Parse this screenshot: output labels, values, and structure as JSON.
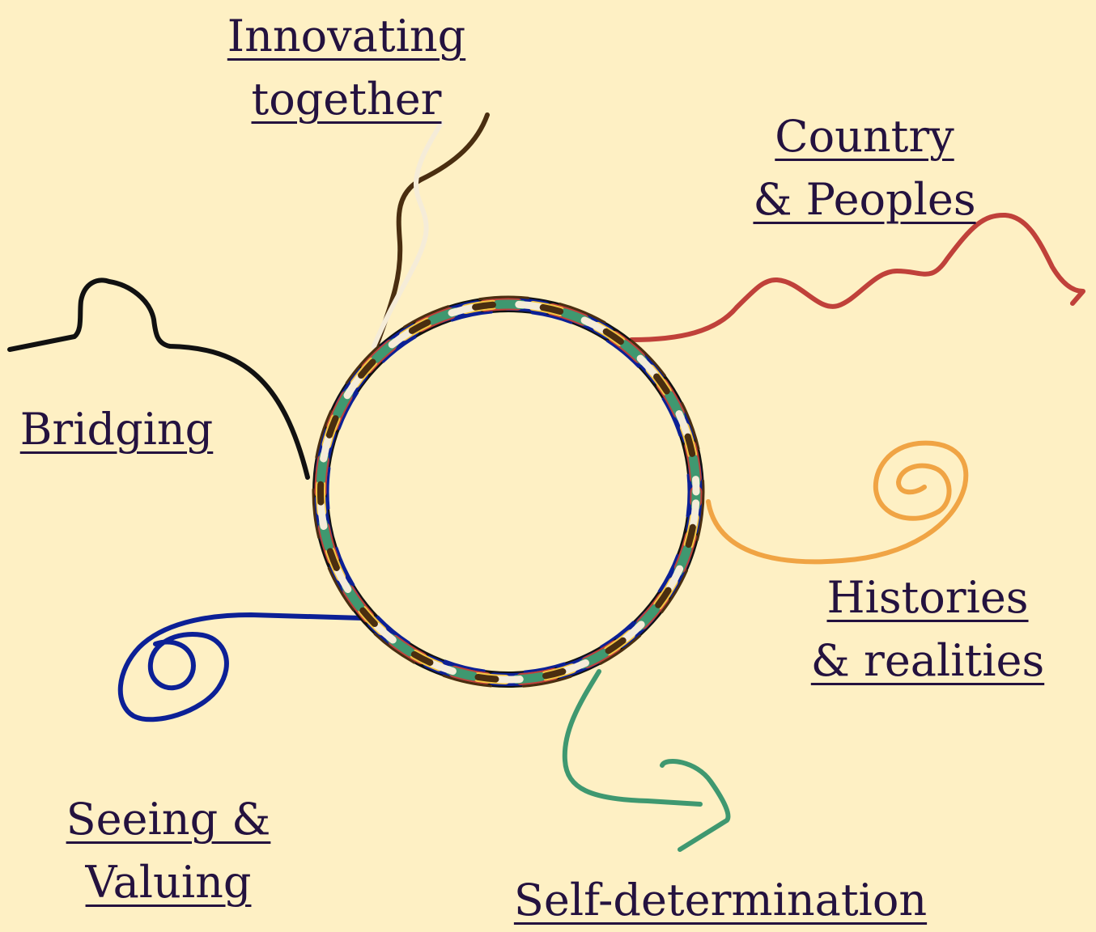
{
  "labels": {
    "innovating": [
      "Innovating",
      "together"
    ],
    "country": [
      "Country",
      "& Peoples"
    ],
    "bridging": [
      "Bridging"
    ],
    "histories": [
      "Histories",
      "& realities"
    ],
    "seeing": [
      "Seeing &",
      "Valuing"
    ],
    "self_determination": [
      "Self-determination"
    ]
  },
  "colors": {
    "background": "#fef0c4",
    "text": "#24123f",
    "brown": "#4a2e10",
    "cream": "#f5ecd8",
    "red": "#c0413a",
    "black": "#111111",
    "orange": "#f0a444",
    "blue": "#0c2096",
    "green": "#3f9870",
    "yellow": "#f4c542"
  }
}
